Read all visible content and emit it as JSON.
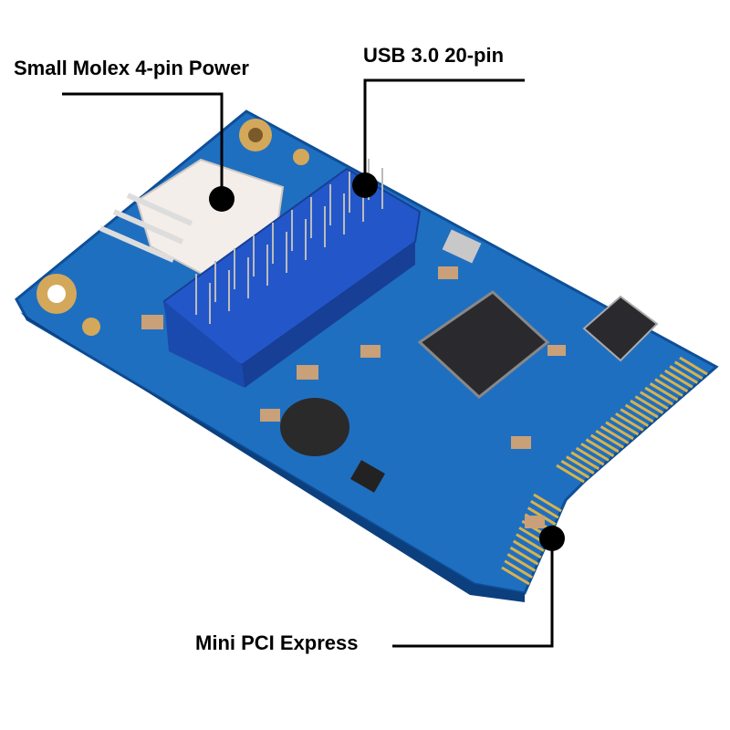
{
  "callouts": [
    {
      "id": "molex",
      "text": "Small Molex 4-pin Power"
    },
    {
      "id": "usb",
      "text": "USB 3.0 20-pin"
    },
    {
      "id": "mpcie",
      "text": "Mini PCI Express"
    }
  ],
  "colors": {
    "board": "#1f6fc0",
    "board_dark": "#0e4f98",
    "connector": "#2357c9",
    "gold": "#d9b24a",
    "callout": "#000000"
  }
}
